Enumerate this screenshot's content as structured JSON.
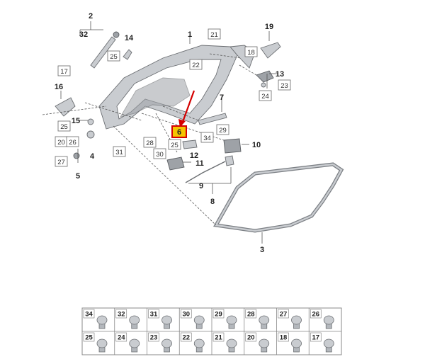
{
  "callouts": {
    "c1": "1",
    "c2": "2",
    "c3": "3",
    "c4": "4",
    "c5": "5",
    "c6": "6",
    "c7": "7",
    "c8": "8",
    "c9": "9",
    "c10": "10",
    "c11": "11",
    "c12": "12",
    "c13": "13",
    "c14": "14",
    "c15": "15",
    "c16": "16",
    "c19": "19",
    "c32": "32"
  },
  "boxed_refs": {
    "b17": "17",
    "b18": "18",
    "b20": "20",
    "b21": "21",
    "b22": "22",
    "b23": "23",
    "b24": "24",
    "b25a": "25",
    "b25b": "25",
    "b25c": "25",
    "b26": "26",
    "b27": "27",
    "b28": "28",
    "b29": "29",
    "b30": "30",
    "b31": "31",
    "b34": "34"
  },
  "highlighted_part": "6",
  "highlight_color": "#f5c400",
  "arrow_color": "#d40000",
  "fastener_table": {
    "row1": [
      "34",
      "32",
      "31",
      "30",
      "29",
      "28",
      "27",
      "26"
    ],
    "row2": [
      "25",
      "24",
      "23",
      "22",
      "21",
      "20",
      "18",
      "17"
    ]
  }
}
